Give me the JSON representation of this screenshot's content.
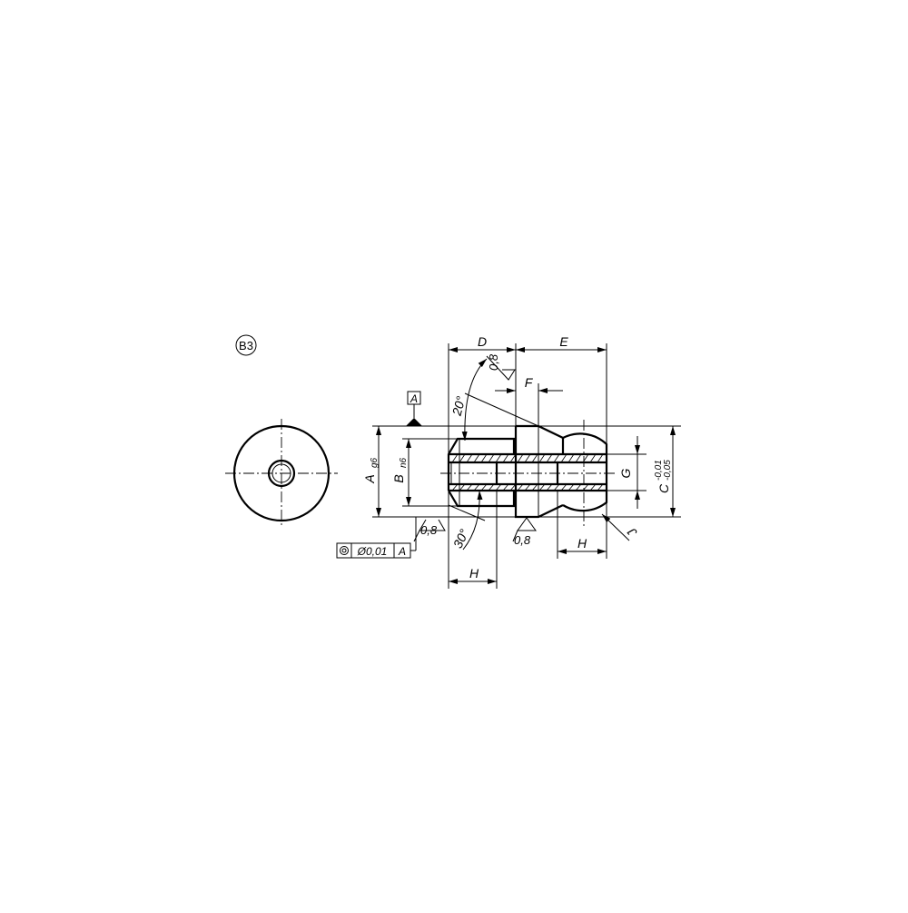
{
  "view_label": "B3",
  "datum": "A",
  "dimensions": {
    "D": "D",
    "E": "E",
    "F": "F",
    "G": "G",
    "H_left": "H",
    "H_right": "H",
    "J": "J",
    "A": "A",
    "A_tol": "g6",
    "B": "B",
    "B_tol": "n6",
    "C": "C",
    "C_tol_upper": "-0,01",
    "C_tol_lower": "-0,05"
  },
  "angles": {
    "top": "20°",
    "bottom": "30°"
  },
  "surface_roughness": [
    "0,8",
    "0,8",
    "0,8"
  ],
  "tolerance_frame": {
    "symbol": "concentricity",
    "value": "Ø0,01",
    "datum": "A"
  }
}
